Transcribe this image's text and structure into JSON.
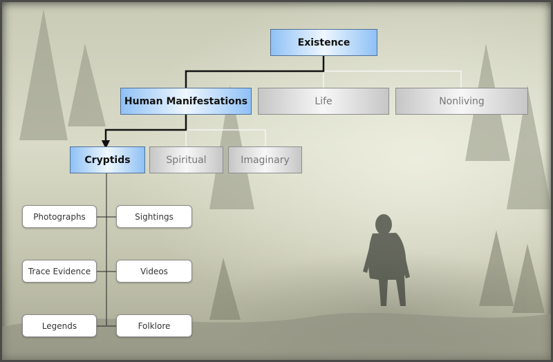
{
  "diagram": {
    "root": "Existence",
    "level1": [
      "Human Manifestations",
      "Life",
      "Nonliving"
    ],
    "level2": [
      "Cryptids",
      "Spiritual",
      "Imaginary"
    ],
    "leaves": [
      {
        "left": "Photographs",
        "right": "Sightings"
      },
      {
        "left": "Trace Evidence",
        "right": "Videos"
      },
      {
        "left": "Legends",
        "right": "Folklore"
      }
    ],
    "colors": {
      "highlight": "#8fc1f5",
      "inactive": "#c6c6c6",
      "path_line": "#111111",
      "branch_line": "#f5f5f5"
    }
  }
}
